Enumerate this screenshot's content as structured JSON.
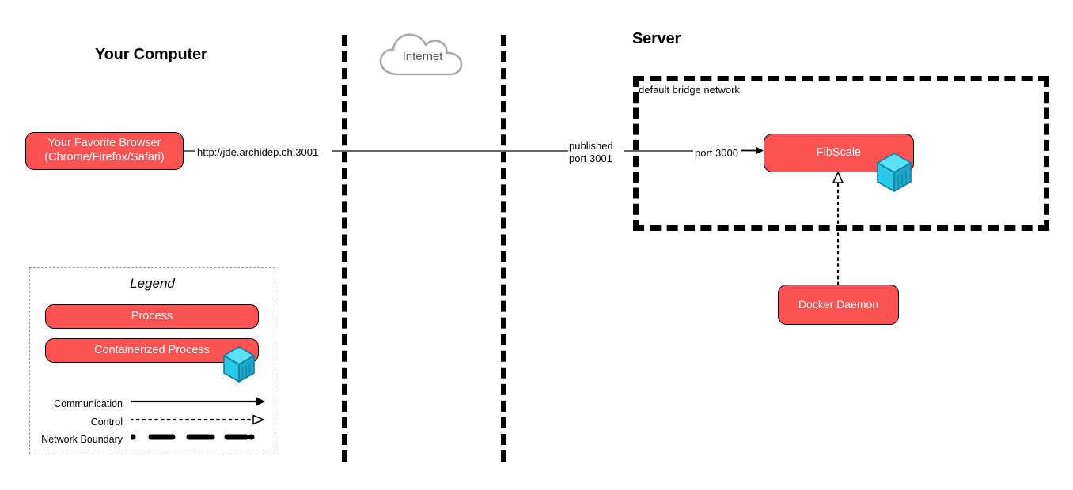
{
  "diagram": {
    "title_left": "Your Computer",
    "title_right": "Server",
    "cloud_label": "Internet",
    "colors": {
      "process_fill": "#FB5252",
      "process_stroke": "#000000",
      "process_text": "#FFFFFF",
      "boundary": "#000000",
      "communication_line": "#666666",
      "cloud_stroke": "#AAAAAA",
      "container_cube_top": "#5BE1F5",
      "container_cube_left": "#2AC8E8",
      "container_cube_right": "#1FA8CC"
    }
  },
  "nodes": {
    "browser": {
      "label": "Your Favorite Browser\n(Chrome/Firefox/Safari)",
      "containerized": false
    },
    "fibscale": {
      "label": "FibScale",
      "containerized": true
    },
    "docker_daemon": {
      "label": "Docker Daemon",
      "containerized": false
    }
  },
  "labels": {
    "url": "http://jde.archidep.ch:3001",
    "published_port": "published\nport 3001",
    "container_port": "port 3000",
    "bridge_network": "default bridge network"
  },
  "legend": {
    "title": "Legend",
    "process_label": "Process",
    "containerized_label": "Containerized Process",
    "rows": [
      {
        "label": "Communication",
        "style": "solid-arrow"
      },
      {
        "label": "Control",
        "style": "dotted-open-arrow"
      },
      {
        "label": "Network Boundary",
        "style": "thick-dashed"
      }
    ]
  }
}
